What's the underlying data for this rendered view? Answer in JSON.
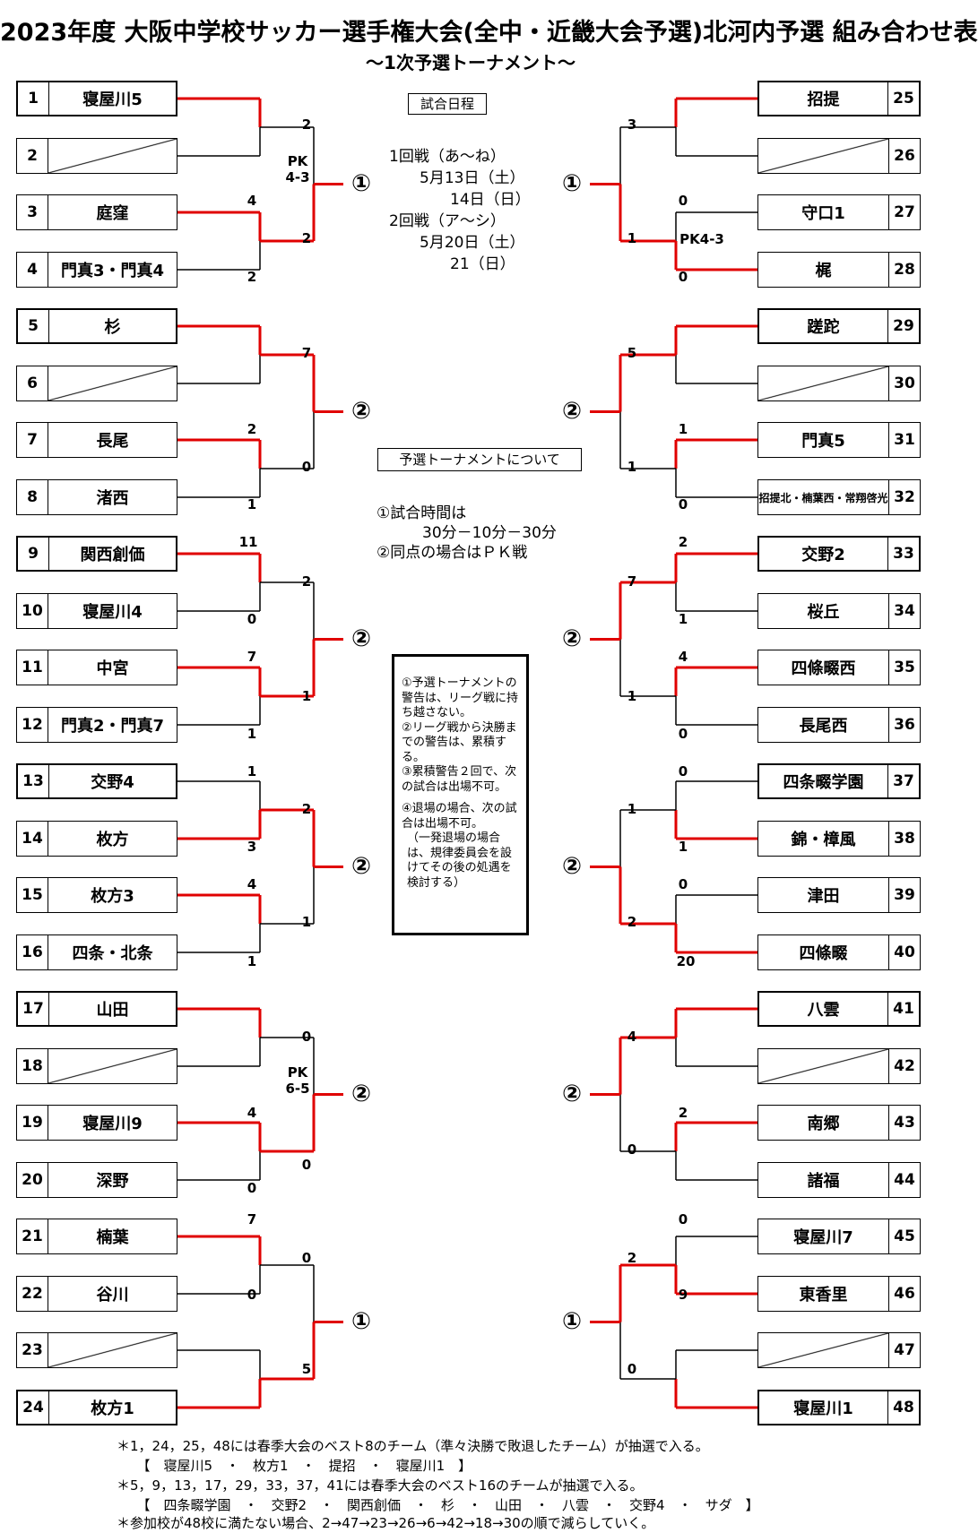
{
  "title": "2023年度 大阪中学校サッカー選手権大会(全中・近畿大会予選)北河内予選 組み合わせ表",
  "subtitle": "～1次予選トーナメント～",
  "left_teams": [
    {
      "num": "1",
      "name": "寝屋川5",
      "seeded": true
    },
    {
      "num": "2",
      "name": "",
      "bye": true
    },
    {
      "num": "3",
      "name": "庭窪"
    },
    {
      "num": "4",
      "name": "門真3・門真4"
    },
    {
      "num": "5",
      "name": "杉",
      "seeded": true
    },
    {
      "num": "6",
      "name": "",
      "bye": true
    },
    {
      "num": "7",
      "name": "長尾"
    },
    {
      "num": "8",
      "name": "渚西"
    },
    {
      "num": "9",
      "name": "関西創価",
      "seeded": true
    },
    {
      "num": "10",
      "name": "寝屋川4"
    },
    {
      "num": "11",
      "name": "中宮"
    },
    {
      "num": "12",
      "name": "門真2・門真7"
    },
    {
      "num": "13",
      "name": "交野4",
      "seeded": true
    },
    {
      "num": "14",
      "name": "枚方"
    },
    {
      "num": "15",
      "name": "枚方3"
    },
    {
      "num": "16",
      "name": "四条・北条"
    },
    {
      "num": "17",
      "name": "山田",
      "seeded": true
    },
    {
      "num": "18",
      "name": "",
      "bye": true
    },
    {
      "num": "19",
      "name": "寝屋川9"
    },
    {
      "num": "20",
      "name": "深野"
    },
    {
      "num": "21",
      "name": "楠葉"
    },
    {
      "num": "22",
      "name": "谷川"
    },
    {
      "num": "23",
      "name": "",
      "bye": true
    },
    {
      "num": "24",
      "name": "枚方1",
      "seeded": true
    }
  ],
  "right_teams": [
    {
      "num": "25",
      "name": "招提",
      "seeded": true
    },
    {
      "num": "26",
      "name": "",
      "bye": true
    },
    {
      "num": "27",
      "name": "守口1"
    },
    {
      "num": "28",
      "name": "梶"
    },
    {
      "num": "29",
      "name": "蹉跎",
      "seeded": true
    },
    {
      "num": "30",
      "name": "",
      "bye": true
    },
    {
      "num": "31",
      "name": "門真5"
    },
    {
      "num": "32",
      "name": "招提北・楠葉西・常翔啓光",
      "small": true
    },
    {
      "num": "33",
      "name": "交野2",
      "seeded": true
    },
    {
      "num": "34",
      "name": "桜丘"
    },
    {
      "num": "35",
      "name": "四條畷西"
    },
    {
      "num": "36",
      "name": "長尾西"
    },
    {
      "num": "37",
      "name": "四条畷学園",
      "seeded": true
    },
    {
      "num": "38",
      "name": "錦・樟風"
    },
    {
      "num": "39",
      "name": "津田"
    },
    {
      "num": "40",
      "name": "四條畷"
    },
    {
      "num": "41",
      "name": "八雲",
      "seeded": true
    },
    {
      "num": "42",
      "name": "",
      "bye": true
    },
    {
      "num": "43",
      "name": "南郷"
    },
    {
      "num": "44",
      "name": "諸福"
    },
    {
      "num": "45",
      "name": "寝屋川7"
    },
    {
      "num": "46",
      "name": "東香里"
    },
    {
      "num": "47",
      "name": "",
      "bye": true
    },
    {
      "num": "48",
      "name": "寝屋川1",
      "seeded": true
    }
  ],
  "scores": {
    "L1a": "2",
    "L1b": "4",
    "L1c": "2",
    "L1d": "2",
    "L2a": "7",
    "L2b": "2",
    "L2c": "0",
    "L2d": "1",
    "L3a": "11",
    "L3b": "0",
    "L3c": "2",
    "L3d": "7",
    "L3e": "1",
    "L3f": "1",
    "L4a": "1",
    "L4b": "3",
    "L4c": "2",
    "L4d": "4",
    "L4e": "1",
    "L4f": "1",
    "L5a": "0",
    "L5b": "4",
    "L5c": "0",
    "L5d": "0",
    "L6a": "7",
    "L6b": "0",
    "L6c": "0",
    "L6d": "5",
    "R1a": "3",
    "R1b": "0",
    "R1c": "1",
    "R1d": "0",
    "R2a": "5",
    "R2b": "1",
    "R2c": "1",
    "R2d": "0",
    "R3a": "2",
    "R3b": "7",
    "R3c": "1",
    "R3d": "4",
    "R3e": "1",
    "R3f": "0",
    "R4a": "0",
    "R4b": "1",
    "R4c": "1",
    "R4d": "0",
    "R4e": "2",
    "R4f": "20",
    "R5a": "4",
    "R5b": "2",
    "R5c": "0",
    "R6a": "0",
    "R6b": "2",
    "R6c": "9",
    "R6d": "0"
  },
  "pk": {
    "L1": "PK\n4-3",
    "L5": "PK\n6-5",
    "R1": "PK4-3"
  },
  "rounds": {
    "L1": "①",
    "L2": "②",
    "L3": "②",
    "L4": "②",
    "L5": "②",
    "L6": "①",
    "R1": "①",
    "R2": "②",
    "R3": "②",
    "R4": "②",
    "R5": "②",
    "R6": "①"
  },
  "schedule_label": "試合日程",
  "schedule_text": "1回戦（あ～ね）\n　　5月13日（土）\n　　　　14日（日）\n2回戦（ア～シ）\n　　5月20日（土）\n　　　　21（日）",
  "rules_label": "予選トーナメントについて",
  "rules_text": "①試合時間は\n　　　30分－10分－30分\n②同点の場合はＰＫ戦",
  "notice": [
    "①予選トーナメントの警告は、リーグ戦に持ち越さない。",
    "②リーグ戦から決勝までの警告は、累積する。",
    "③累積警告２回で、次の試合は出場不可。",
    "④退場の場合、次の試合は出場不可。",
    "（一発退場の場合は、規律委員会を設けてその後の処遇を検討する）"
  ],
  "footnotes": [
    "＊1，24，25，48には春季大会のベスト8のチーム（準々決勝で敗退したチーム）が抽選で入る。",
    "　　【　寝屋川5　・　枚方1　・　提招　・　寝屋川1　】",
    "＊5，9，13，17，29，33，37，41には春季大会のベスト16のチームが抽選で入る。",
    "　　【　四条畷学園　・　交野2　・　関西創価　・　杉　・　山田　・　八雲　・　交野4　・　サダ　】",
    "＊参加校が48校に満たない場合、2→47→23→26→6→42→18→30の順で減らしていく。"
  ],
  "colors": {
    "bracket_win": "#e00000",
    "bracket_line": "#000000"
  }
}
